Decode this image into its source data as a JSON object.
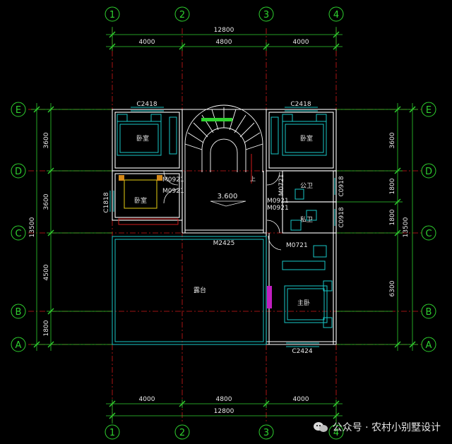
{
  "dimensions": {
    "top_total": "12800",
    "top_segments": [
      "4000",
      "4800",
      "4000"
    ],
    "bottom_total": "12800",
    "bottom_segments": [
      "4000",
      "4800",
      "4000"
    ],
    "left_total": "13500",
    "left_segments": [
      "3600",
      "3600",
      "4500",
      "1800"
    ],
    "right_total": "13500",
    "right_segments": [
      "3600",
      "1800",
      "1800",
      "6300"
    ]
  },
  "axes": {
    "columns": [
      "1",
      "2",
      "3",
      "4"
    ],
    "rows": [
      "E",
      "D",
      "C",
      "B",
      "A"
    ]
  },
  "rooms": {
    "bedroom_nw": "卧室",
    "bedroom_ne": "卧室",
    "bedroom_w": "卧室",
    "master_bedroom": "主卧",
    "public_wc": "公卫",
    "private_wc": "私卫",
    "terrace": "露台",
    "level": "3.600"
  },
  "openings": {
    "window_nw": "C2418",
    "window_ne": "C2418",
    "window_w": "C1818",
    "window_s": "C2424",
    "door_1": "M0921",
    "door_2": "M0921",
    "door_3": "M0721",
    "door_4": "M0921",
    "door_5": "M0921",
    "door_6": "M0721",
    "door_terrace": "M2425",
    "window_wc1": "C0918",
    "window_wc2": "C0918",
    "stair_up": "上"
  },
  "watermark": "公众号 · 农村小别墅设计",
  "colors": {
    "background": "#000000",
    "dimension": "#2fd12f",
    "wall": "#ffffff",
    "furniture": "#18c6c6",
    "axis": "#d11a1a"
  }
}
